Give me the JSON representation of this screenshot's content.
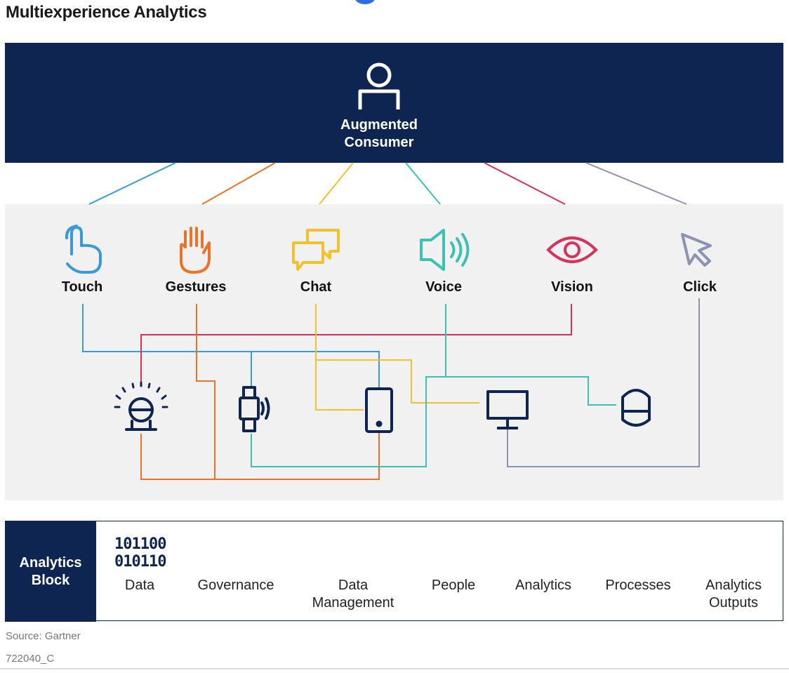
{
  "title": "Multiexperience Analytics",
  "consumer": {
    "label_line1": "Augmented",
    "label_line2": "Consumer"
  },
  "channels": [
    {
      "label": "Touch",
      "icon": "touch-hand-icon",
      "color": "#3a9ad9"
    },
    {
      "label": "Gestures",
      "icon": "raised-hand-icon",
      "color": "#e8742a"
    },
    {
      "label": "Chat",
      "icon": "chat-bubbles-icon",
      "color": "#f2c12e"
    },
    {
      "label": "Voice",
      "icon": "speaker-icon",
      "color": "#3cc2b4"
    },
    {
      "label": "Vision",
      "icon": "eye-icon",
      "color": "#d6325a"
    },
    {
      "label": "Click",
      "icon": "cursor-icon",
      "color": "#8a93b3"
    }
  ],
  "devices": [
    {
      "icon": "robot-sensor-icon"
    },
    {
      "icon": "smartwatch-icon"
    },
    {
      "icon": "smartphone-icon"
    },
    {
      "icon": "desktop-monitor-icon"
    },
    {
      "icon": "smart-speaker-icon"
    }
  ],
  "analytics_block": {
    "title_line1": "Analytics",
    "title_line2": "Block",
    "binary_line1": "101100",
    "binary_line2": "010110",
    "items": [
      {
        "line1": "Data",
        "line2": "",
        "icon": "binary-data-icon"
      },
      {
        "line1": "Governance",
        "line2": "",
        "icon": "scales-icon"
      },
      {
        "line1": "Data",
        "line2": "Management",
        "icon": "database-icon"
      },
      {
        "line1": "People",
        "line2": "",
        "icon": "person-icon"
      },
      {
        "line1": "Analytics",
        "line2": "",
        "icon": "bar-chart-icon"
      },
      {
        "line1": "Processes",
        "line2": "",
        "icon": "cycle-arrows-icon"
      },
      {
        "line1": "Analytics",
        "line2": "Outputs",
        "icon": "expand-arrows-icon"
      }
    ]
  },
  "source": "Source: Gartner",
  "code": "722040_C",
  "colors": {
    "navy": "#0d2550",
    "panel": "#f1f1f1"
  }
}
